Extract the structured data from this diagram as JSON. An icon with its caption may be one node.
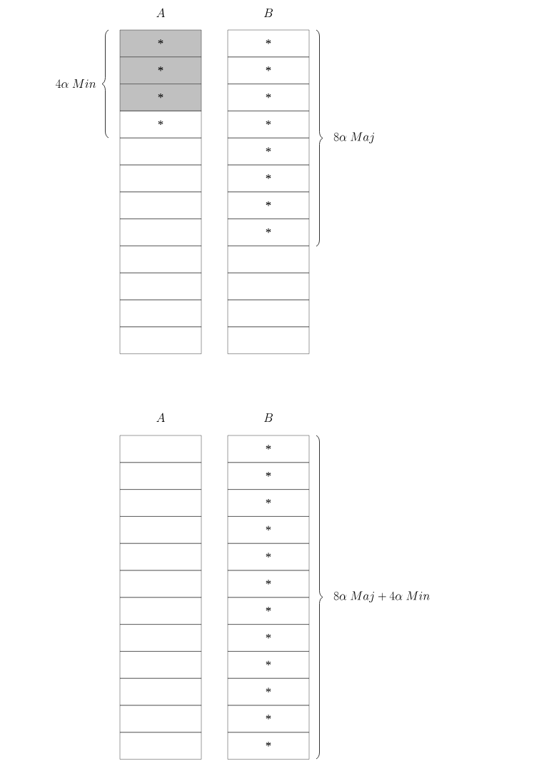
{
  "diagram": {
    "nodes": [
      {
        "text": [
          "*"
        ]
      },
      {
        "text": [
          "*"
        ]
      },
      {
        "text": [
          "*"
        ]
      },
      {
        "text": [
          "*"
        ]
      },
      {
        "text": [],
        "shape": "box"
      },
      {
        "text": [],
        "shape": "box"
      },
      {
        "text": [],
        "shape": "box"
      },
      {
        "text": [],
        "shape": "box"
      },
      {
        "text": [],
        "shape": "box"
      },
      {
        "text": [],
        "shape": "box"
      },
      {
        "text": [],
        "shape": "box"
      },
      {
        "text": [],
        "shape": "box"
      },
      {
        "text": [
          "*"
        ]
      },
      {
        "text": [
          "*"
        ]
      },
      {
        "text": [
          "*"
        ]
      },
      {
        "text": [
          "*"
        ]
      },
      {
        "text": [
          "*"
        ]
      },
      {
        "text": [
          "*"
        ]
      },
      {
        "text": [
          "*"
        ]
      },
      {
        "text": [
          "*"
        ]
      },
      {
        "text": [],
        "shape": "box"
      },
      {
        "text": [],
        "shape": "box"
      },
      {
        "text": [],
        "shape": "box"
      },
      {
        "text": [],
        "shape": "box"
      },
      {
        "text": [],
        "shape": "box"
      },
      {
        "text": [],
        "shape": "box"
      },
      {
        "text": [],
        "shape": "box"
      },
      {
        "text": [],
        "shape": "box"
      },
      {
        "text": [],
        "shape": "box"
      },
      {
        "text": [],
        "shape": "box"
      },
      {
        "text": [],
        "shape": "box"
      },
      {
        "text": [],
        "shape": "box"
      },
      {
        "text": [],
        "shape": "box"
      },
      {
        "text": [],
        "shape": "box"
      },
      {
        "text": [],
        "shape": "box"
      },
      {
        "text": [],
        "shape": "box"
      },
      {
        "text": [
          "*"
        ]
      },
      {
        "text": [
          "*"
        ]
      },
      {
        "text": [
          "*"
        ]
      },
      {
        "text": [
          "*"
        ]
      },
      {
        "text": [
          "*"
        ]
      },
      {
        "text": [
          "*"
        ]
      },
      {
        "text": [
          "*"
        ]
      },
      {
        "text": [
          "*"
        ]
      },
      {
        "text": [
          "*"
        ]
      },
      {
        "text": [
          "*"
        ]
      },
      {
        "text": [
          "*"
        ]
      },
      {
        "text": [
          "*"
        ]
      }
    ],
    "labels": [
      "A",
      "B",
      "4\\alpha\\ Min",
      "8\\alpha\\ Maj",
      "A",
      "B",
      "8\\alpha\\ Maj + 4\\alpha\\ Min"
    ]
  }
}
